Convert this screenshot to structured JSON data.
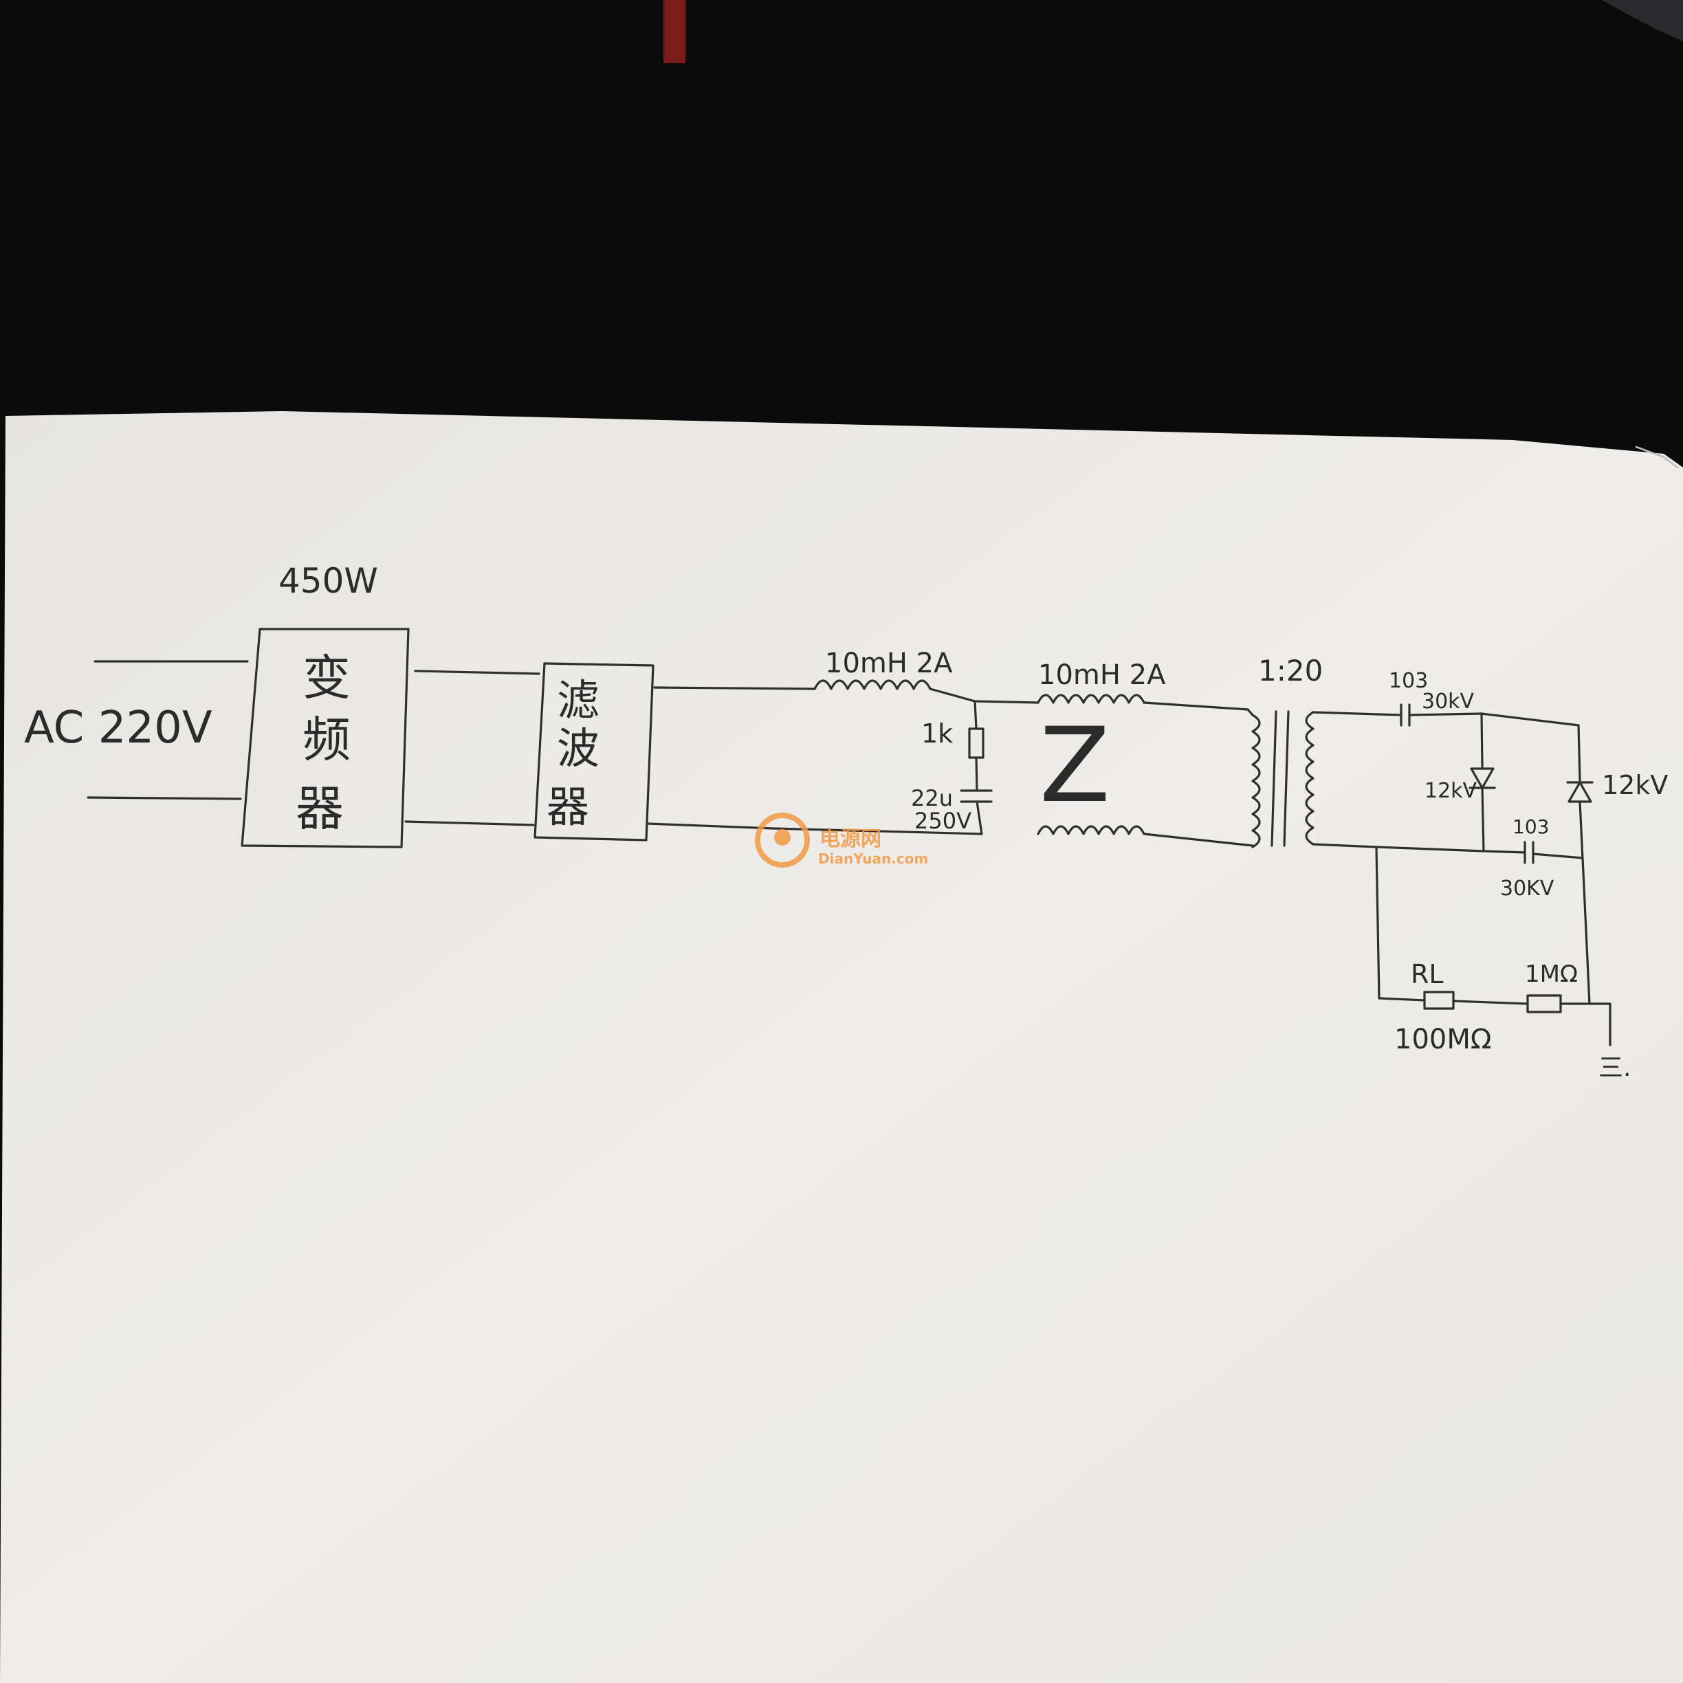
{
  "diagram": {
    "input_label": "AC 220V",
    "power_label": "450W",
    "block_converter": [
      "变",
      "频",
      "器"
    ],
    "block_filter": [
      "滤",
      "波",
      "器"
    ],
    "inductor_top_1": "10mH 2A",
    "inductor_top_2": "10mH 2A",
    "resistor_label": "1k",
    "cap_label_1": "22u",
    "cap_label_2": "250V",
    "load_symbol": "Z",
    "transformer_ratio": "1:20",
    "cap_top_value": "103",
    "cap_top_voltage": "30kV",
    "diode_left_label": "12kV",
    "diode_right_label": "12kV",
    "cap_bottom_value": "103",
    "cap_bottom_voltage": "30KV",
    "rl_label": "RL",
    "rl_value": "100MΩ",
    "r2_label": "1MΩ",
    "ground_label": "三."
  },
  "watermark": {
    "cn": "电源网",
    "en": "DianYuan.com",
    "color": "#f39a45"
  },
  "colors": {
    "paper": "#eceae5",
    "background": "#0b0b0c",
    "ink": "#2f2f2f"
  }
}
